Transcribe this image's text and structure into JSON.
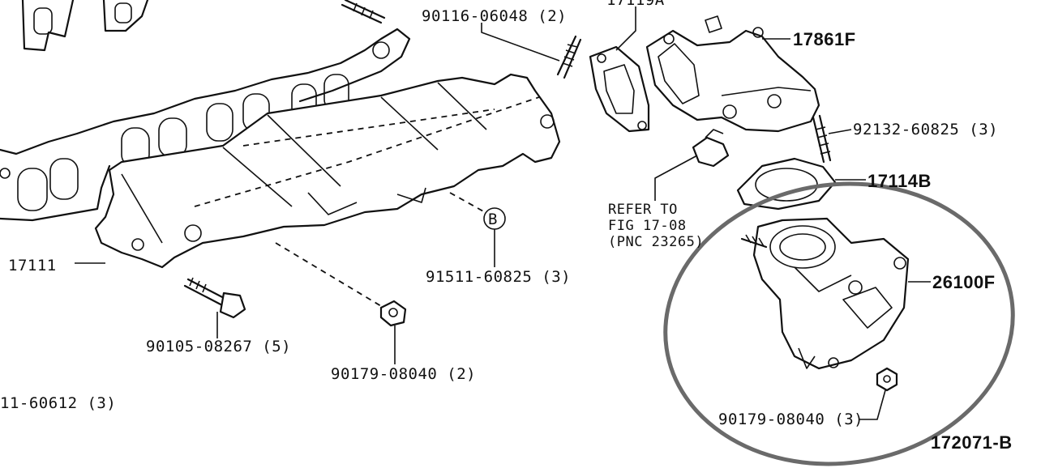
{
  "diagram": {
    "figure_code": "172071-B",
    "callouts": {
      "p17111": "17111",
      "p17119a": "17119A",
      "p17861f": "17861F",
      "p90116": "90116-06048 (2)",
      "p92132": "92132-60825 (3)",
      "p17114b": "17114B",
      "p26100f": "26100F",
      "p91511_b": "91511-60825 (3)",
      "p90105": "90105-08267 (5)",
      "p90179_a": "90179-08040 (2)",
      "p90179_b": "90179-08040 (3)",
      "p911_partial": "11-60612 (3)",
      "marker_b": "B"
    },
    "refer_note": {
      "line1": "REFER TO",
      "line2": "FIG 17-08",
      "line3": "(PNC 23265)"
    },
    "highlight_ring": {
      "color": "#6a6a6a",
      "target": "26100F"
    }
  }
}
